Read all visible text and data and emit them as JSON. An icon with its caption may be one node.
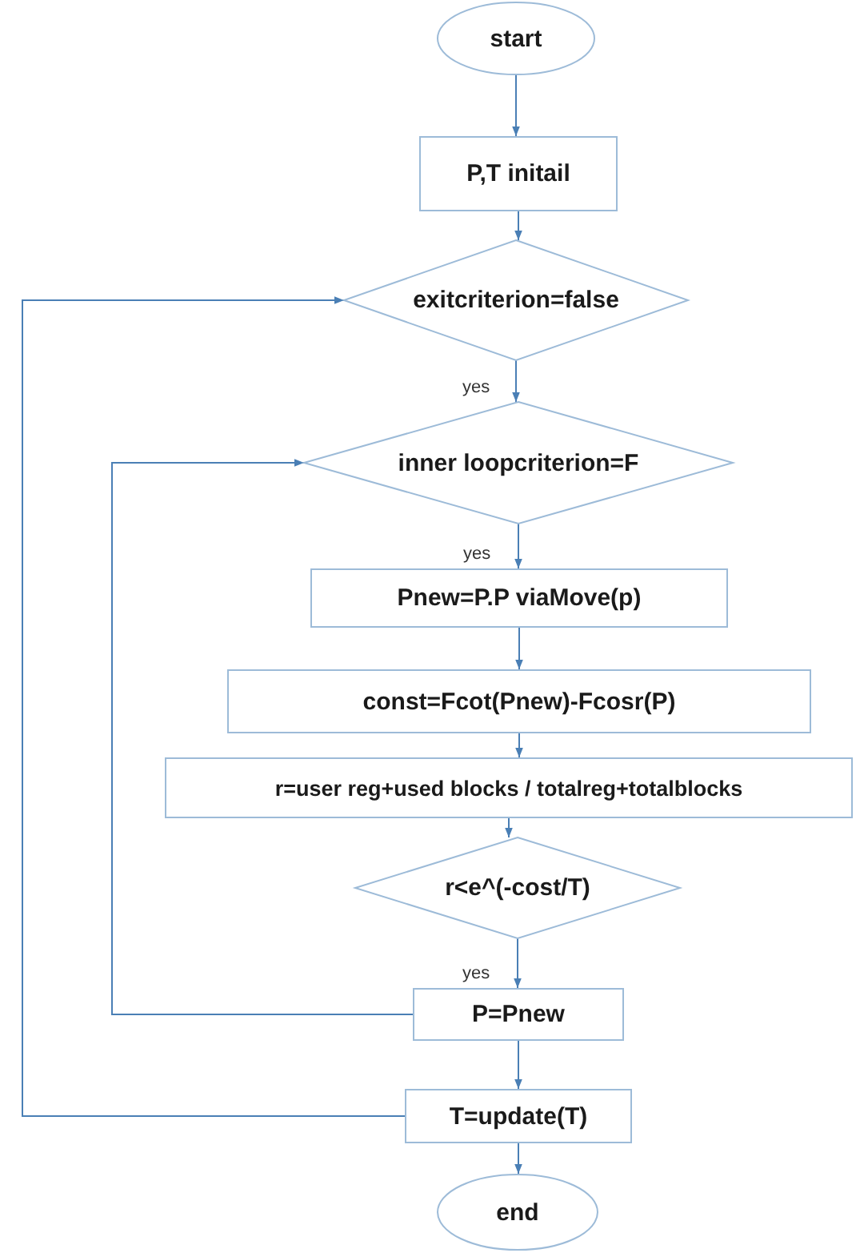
{
  "diagram": {
    "nodes": [
      {
        "text": [
          "start"
        ]
      },
      {
        "text": [
          "P,T initail"
        ]
      },
      {
        "text": [
          "exitcriterion=false"
        ]
      },
      {
        "text": [
          "inner loopcriterion=F"
        ]
      },
      {
        "text": [
          "Pnew=P.P viaMove(p)"
        ]
      },
      {
        "text": [
          "const=Fcot(Pnew)-Fcosr(P)"
        ]
      },
      {
        "text": [
          "r=user reg+used blocks / totalreg+totalblocks"
        ]
      },
      {
        "text": [
          "r<e^(-cost/T)"
        ]
      },
      {
        "text": [
          "P=Pnew"
        ]
      },
      {
        "text": [
          "T=update(T)"
        ]
      },
      {
        "text": [
          "end"
        ]
      }
    ],
    "edges": [
      {
        "from": 0,
        "to": 1,
        "arrow": "to"
      },
      {
        "from": 1,
        "to": 2,
        "arrow": "to"
      },
      {
        "from": 2,
        "to": 3,
        "arrow": "to",
        "label": "yes"
      },
      {
        "from": 3,
        "to": 4,
        "arrow": "to",
        "label": "yes"
      },
      {
        "from": 4,
        "to": 5,
        "arrow": "to"
      },
      {
        "from": 5,
        "to": 6,
        "arrow": "to"
      },
      {
        "from": 6,
        "to": 7,
        "arrow": "to"
      },
      {
        "from": 7,
        "to": 8,
        "arrow": "to",
        "label": "yes"
      },
      {
        "from": 8,
        "to": 9,
        "arrow": "to"
      },
      {
        "from": 9,
        "to": 10,
        "arrow": "to"
      },
      {
        "from": 8,
        "to": 3,
        "arrow": "to"
      },
      {
        "from": 9,
        "to": 2,
        "arrow": "to"
      }
    ]
  }
}
